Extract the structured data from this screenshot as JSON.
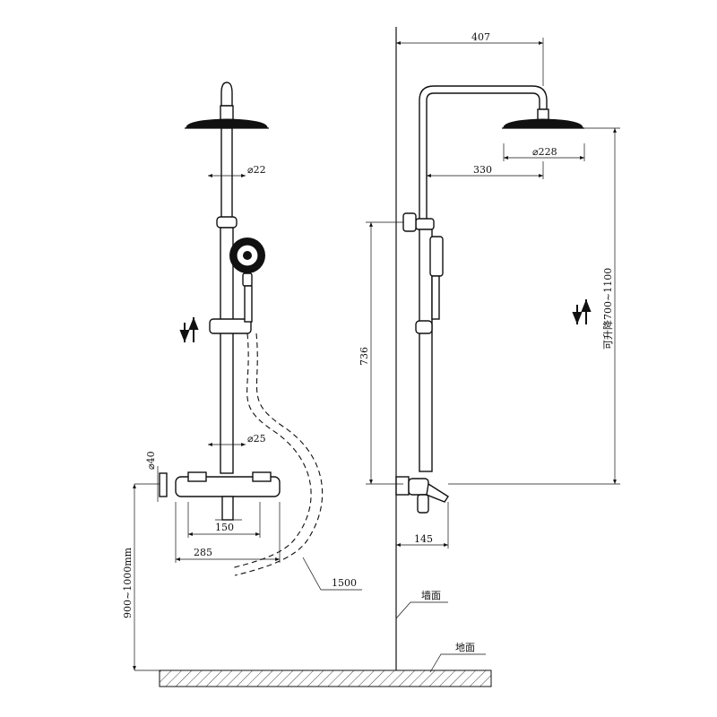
{
  "dimensions": {
    "front_top_pipe_dia": "⌀22",
    "front_slide_bar_dia": "⌀25",
    "front_inlet_dia": "⌀40",
    "front_inlet_spacing": "150",
    "front_mixer_width": "285",
    "hose_length": "1500",
    "front_install_height": "900~1000mm",
    "side_arm_reach": "407",
    "side_head_dia": "⌀228",
    "side_head_offset": "330",
    "side_bar_height": "736",
    "side_adjustable_range": "可升降700~1100",
    "side_spout_projection": "145"
  },
  "labels": {
    "wall": "墙面",
    "floor": "地面"
  },
  "icons": {
    "front_adjust": "up-down-arrows-icon",
    "side_adjust": "up-down-arrows-icon"
  }
}
